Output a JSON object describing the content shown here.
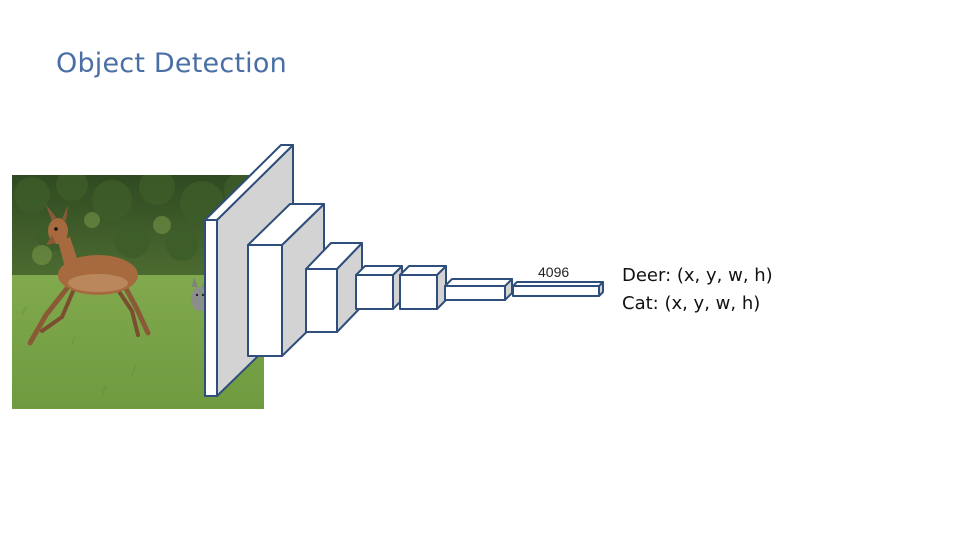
{
  "slide": {
    "title": "Object Detection"
  },
  "image": {
    "description_icon": "deer-and-cat-photo"
  },
  "network": {
    "fc_label": "4096",
    "colors": {
      "stroke": "#2f4e7b",
      "front": "#ffffff",
      "side": "#d3d3d3"
    }
  },
  "outputs": [
    {
      "text": "Deer: (x, y, w, h)"
    },
    {
      "text": "Cat: (x, y, w, h)"
    }
  ]
}
